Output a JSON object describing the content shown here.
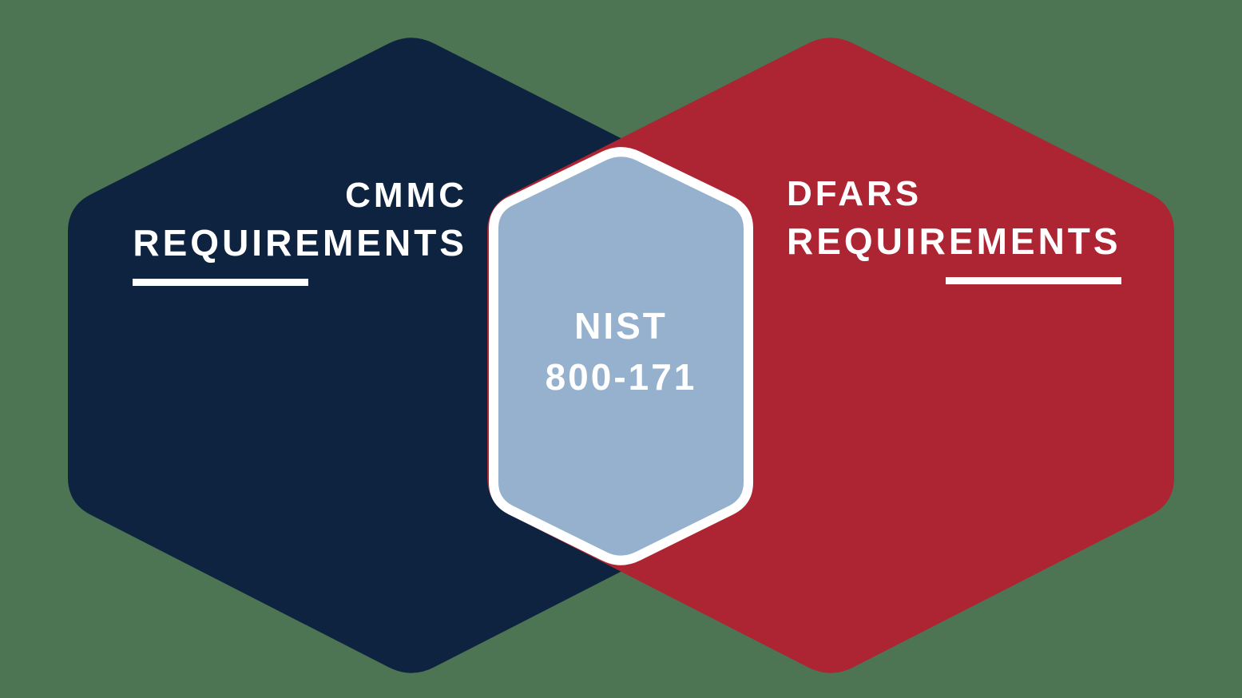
{
  "diagram": {
    "left_hexagon": {
      "title_line1": "CMMC",
      "title_line2": "REQUIREMENTS"
    },
    "right_hexagon": {
      "title_line1": "DFARS",
      "title_line2": "REQUIREMENTS"
    },
    "intersection": {
      "label_line1": "NIST",
      "label_line2": "800-171"
    }
  },
  "colors": {
    "background": "#4d7453",
    "left_hexagon": "#0e2340",
    "right_hexagon": "#ad2433",
    "intersection_fill": "#95b1cd",
    "intersection_border": "#ffffff",
    "text": "#ffffff",
    "underline": "#ffffff"
  }
}
